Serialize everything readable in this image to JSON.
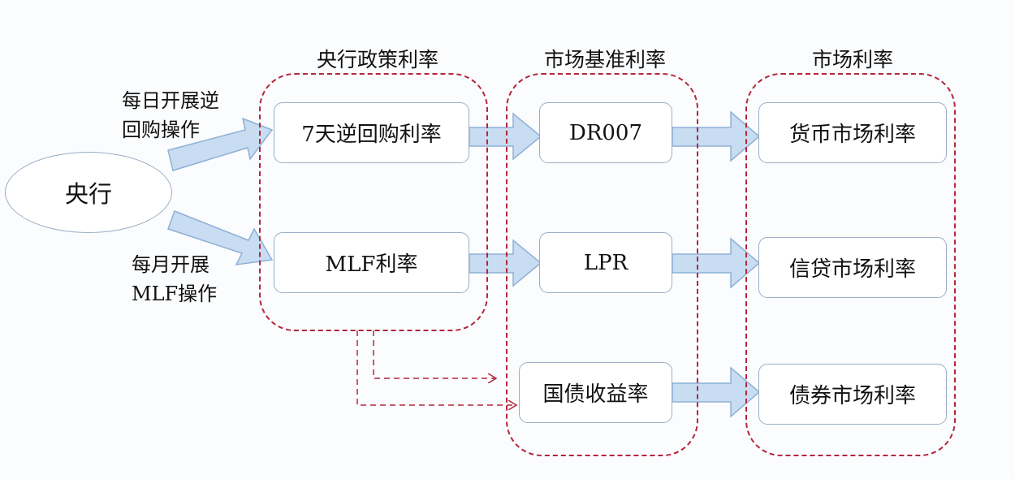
{
  "diagram": {
    "central_bank": "央行",
    "operations": {
      "daily": {
        "line1": "每日开展逆",
        "line2": "回购操作"
      },
      "monthly": {
        "line1": "每月开展",
        "line2": "MLF操作"
      }
    },
    "groups": {
      "policy": {
        "title": "央行政策利率",
        "items": [
          "7天逆回购利率",
          "MLF利率"
        ]
      },
      "benchmark": {
        "title": "市场基准利率",
        "items": [
          "DR007",
          "LPR",
          "国债收益率"
        ]
      },
      "market": {
        "title": "市场利率",
        "items": [
          "货币市场利率",
          "信贷市场利率",
          "债券市场利率"
        ]
      }
    }
  },
  "colors": {
    "group_border": "#b3263b",
    "arrow_fill": "#c8dcf2",
    "arrow_stroke": "#8fb0d6",
    "box_border": "#9aaec6"
  }
}
